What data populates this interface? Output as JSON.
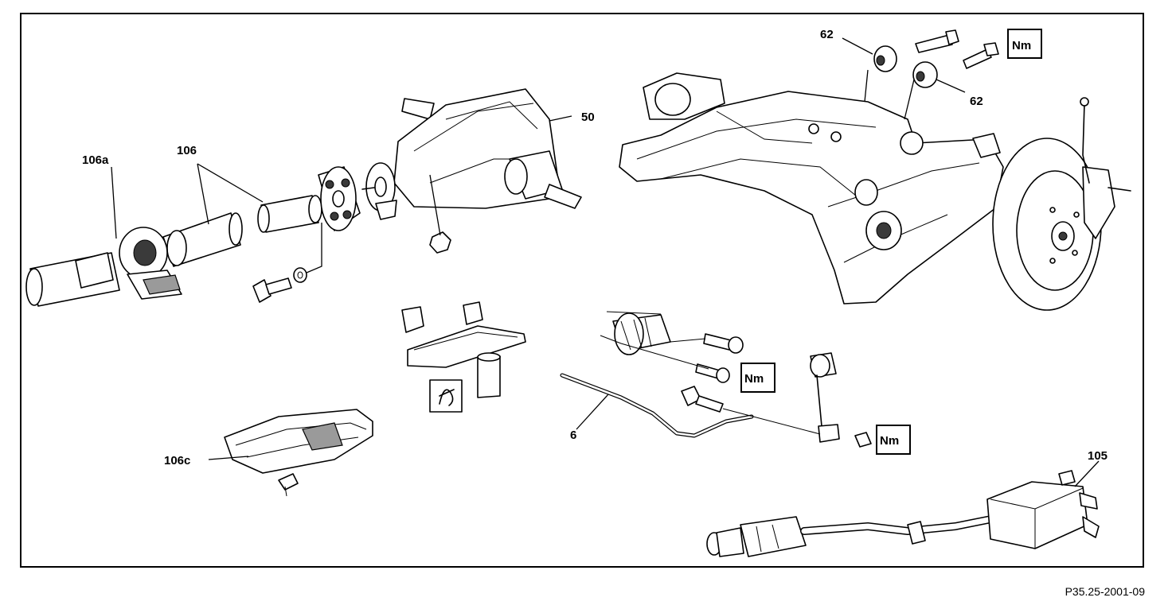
{
  "labels": {
    "part_106a": "106a",
    "part_106": "106",
    "part_50": "50",
    "part_62_top": "62",
    "part_62_right": "62",
    "part_106c": "106c",
    "part_6": "6",
    "part_105": "105"
  },
  "torque_badges": {
    "top_right": "Nm",
    "middle": "Nm",
    "bottom": "Nm"
  },
  "figure_code": "P35.25-2001-09",
  "icons": {
    "renew_part_symbol": "self-locking-nut-symbol"
  }
}
